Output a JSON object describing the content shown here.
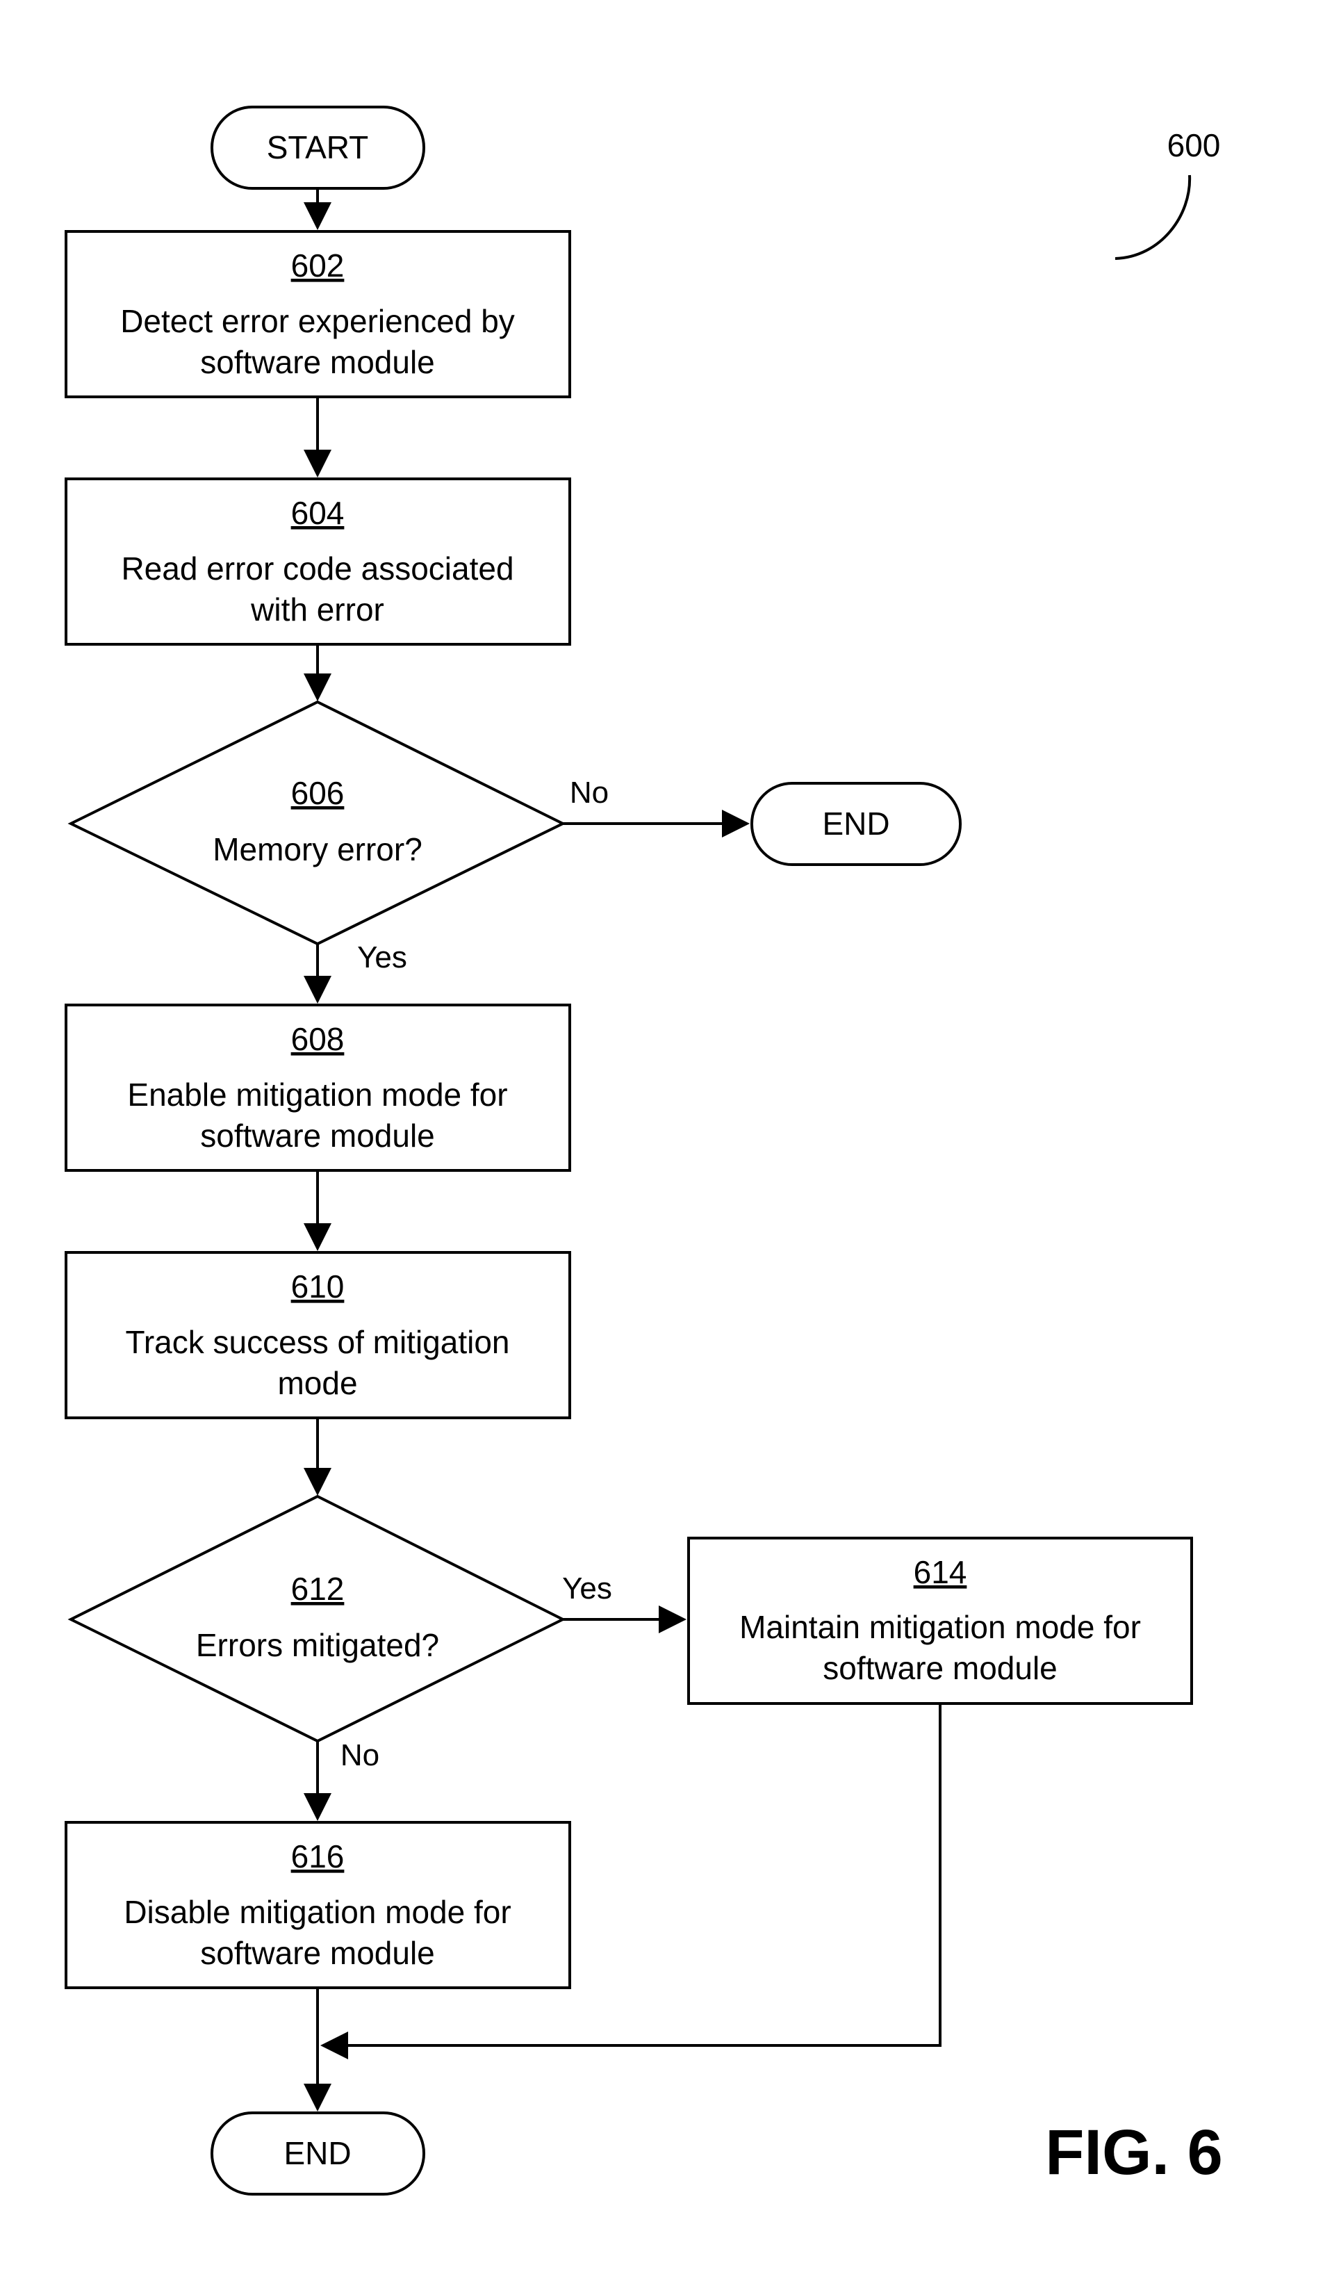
{
  "figure": {
    "ref": "600",
    "label": "FIG. 6"
  },
  "terminals": {
    "start": "START",
    "end_no": "END",
    "end_final": "END"
  },
  "steps": {
    "s602": {
      "ref": "602",
      "line1": "Detect error experienced by",
      "line2": "software module"
    },
    "s604": {
      "ref": "604",
      "line1": "Read error code associated",
      "line2": "with error"
    },
    "s608": {
      "ref": "608",
      "line1": "Enable mitigation mode for",
      "line2": "software module"
    },
    "s610": {
      "ref": "610",
      "line1": "Track success of mitigation",
      "line2": "mode"
    },
    "s614": {
      "ref": "614",
      "line1": "Maintain mitigation mode for",
      "line2": "software module"
    },
    "s616": {
      "ref": "616",
      "line1": "Disable mitigation mode for",
      "line2": "software module"
    }
  },
  "decisions": {
    "d606": {
      "ref": "606",
      "question": "Memory error?"
    },
    "d612": {
      "ref": "612",
      "question": "Errors mitigated?"
    }
  },
  "edges": {
    "d606_no": "No",
    "d606_yes": "Yes",
    "d612_yes": "Yes",
    "d612_no": "No"
  }
}
